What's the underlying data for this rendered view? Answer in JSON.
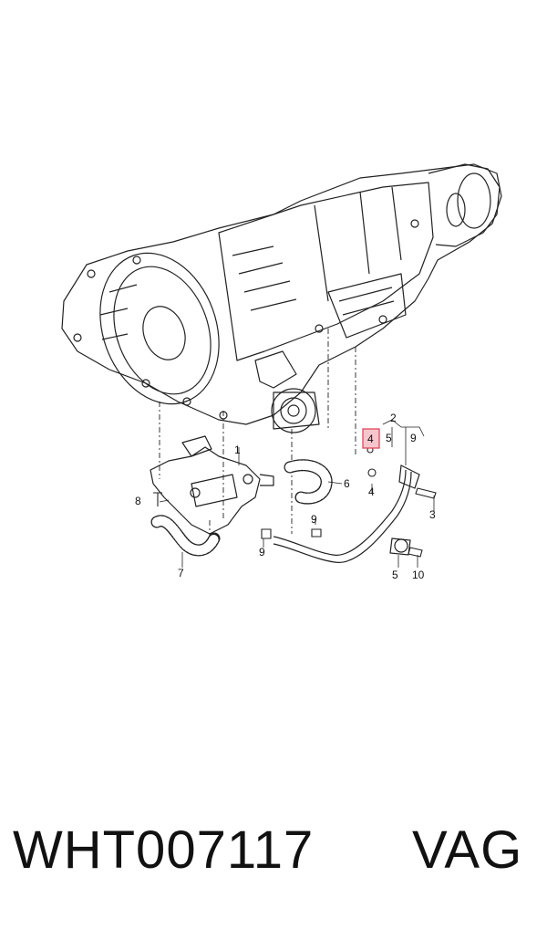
{
  "callouts": {
    "c1": "1",
    "c2": "2",
    "c3": "3",
    "c4a": "4",
    "c4b": "4",
    "c5a": "5",
    "c5b": "5",
    "c6": "6",
    "c7": "7",
    "c8": "8",
    "c9a": "9",
    "c9b": "9",
    "c9c": "9",
    "c10": "10"
  },
  "footer": {
    "part_number": "WHT007117",
    "brand": "VAG"
  },
  "colors": {
    "line": "#222222",
    "highlight": "#e0485a",
    "highlight_fill": "#f7c6cd"
  }
}
